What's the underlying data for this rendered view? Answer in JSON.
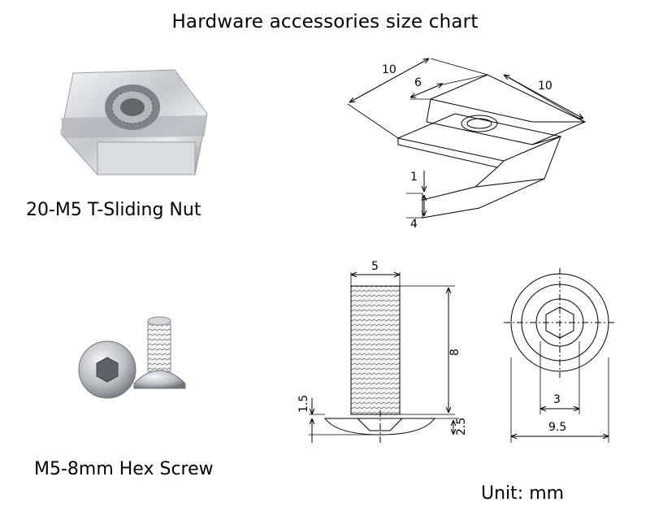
{
  "title": "Hardware accessories size chart",
  "nut": {
    "label": "20-M5 T-Sliding Nut",
    "dims": {
      "length_a": "10",
      "width": "6",
      "length_b": "10",
      "lip": "1",
      "height": "4"
    }
  },
  "screw": {
    "label": "M5-8mm Hex Screw",
    "dims": {
      "diameter": "5",
      "length": "8",
      "head_top": "1.5",
      "head_height": "2.5",
      "socket": "3",
      "head_diameter": "9.5"
    }
  },
  "unit": "Unit: mm",
  "colors": {
    "line": "#000000",
    "metal": "#c8ccd0",
    "metal_dark": "#8a9098"
  }
}
